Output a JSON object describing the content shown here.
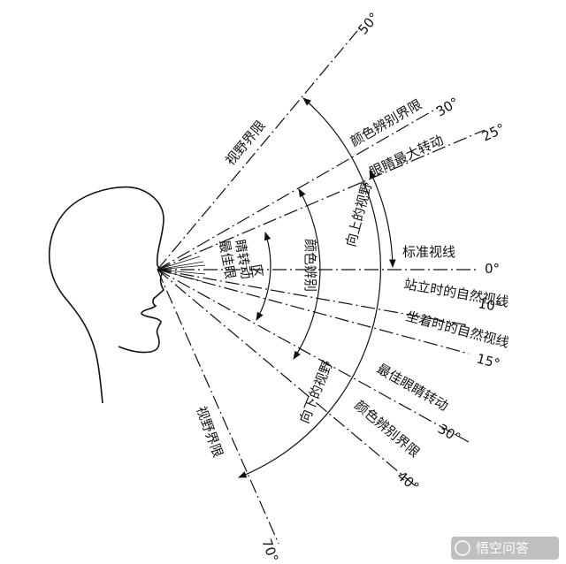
{
  "angles": {
    "up_50": "50°",
    "up_30": "30°",
    "up_25": "25°",
    "zero": "0°",
    "down_10": "10°",
    "down_15": "15°",
    "down_30": "30°",
    "down_40": "40°",
    "down_70": "70°"
  },
  "labels": {
    "field_limit_upper": "视野界限",
    "color_limit_upper": "颜色辨别界限",
    "eye_max_rotation": "眼睛最大转动",
    "upward_view": "向上的视野",
    "standard_line": "标准视线",
    "standing_line": "站立时的自然视线",
    "sitting_line": "坐着时的自然视线",
    "best_eye_zone": [
      "最佳眼",
      "睛转动",
      "区"
    ],
    "color_zone": "颜色辨别",
    "downward_view": "向下的视野",
    "best_eye_rotation": "最佳眼睛转动",
    "color_limit_lower": "颜色辨别界限",
    "field_limit_lower": "视野界限"
  },
  "watermark": "悟空问答"
}
